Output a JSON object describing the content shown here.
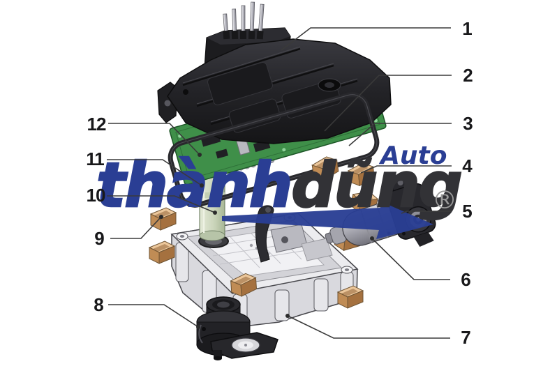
{
  "diagram": {
    "callouts": [
      {
        "label": "1"
      },
      {
        "label": "2"
      },
      {
        "label": "3"
      },
      {
        "label": "4"
      },
      {
        "label": "5"
      },
      {
        "label": "6"
      },
      {
        "label": "7"
      },
      {
        "label": "8"
      },
      {
        "label": "9"
      },
      {
        "label": "10"
      },
      {
        "label": "11"
      },
      {
        "label": "12"
      }
    ]
  },
  "watermark": {
    "brand_blue_text": "thành",
    "brand_dark_text": "dũng",
    "tagline": "Auto",
    "registered_symbol": "®",
    "brand_blue_color": "#2a3e94",
    "brand_dark_color": "#323236",
    "registered_color": "#9b9b9b"
  }
}
